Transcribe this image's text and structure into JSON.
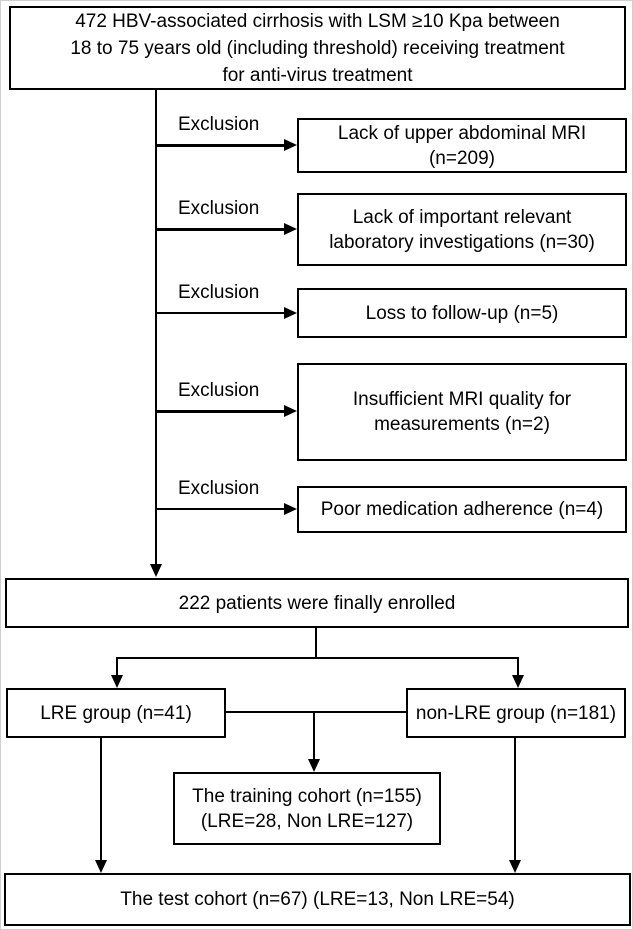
{
  "flowchart": {
    "top_box": {
      "lines": [
        "472 HBV-associated cirrhosis with LSM ≥10 Kpa between",
        "18 to 75 years old (including threshold) receiving treatment",
        "for anti-virus treatment"
      ]
    },
    "exclusions": [
      {
        "label": "Exclusion",
        "lines": [
          "Lack of upper abdominal MRI",
          "(n=209)"
        ]
      },
      {
        "label": "Exclusion",
        "lines": [
          "Lack of important relevant",
          "laboratory investigations (n=30)"
        ]
      },
      {
        "label": "Exclusion",
        "lines": [
          "Loss to follow-up (n=5)"
        ]
      },
      {
        "label": "Exclusion",
        "lines": [
          "Insufficient MRI quality for",
          "measurements (n=2)"
        ]
      },
      {
        "label": "Exclusion",
        "lines": [
          "Poor medication adherence (n=4)"
        ]
      }
    ],
    "enrolled_box": "222 patients were finally enrolled",
    "lre_box": "LRE group (n=41)",
    "non_lre_box": "non-LRE group (n=181)",
    "training_box": {
      "lines": [
        "The training cohort (n=155)",
        "(LRE=28, Non LRE=127)"
      ]
    },
    "test_box": "The test cohort (n=67) (LRE=13, Non LRE=54)",
    "colors": {
      "line": "#000000",
      "box_border": "#000000",
      "text": "#000000",
      "background": "#ffffff"
    }
  }
}
